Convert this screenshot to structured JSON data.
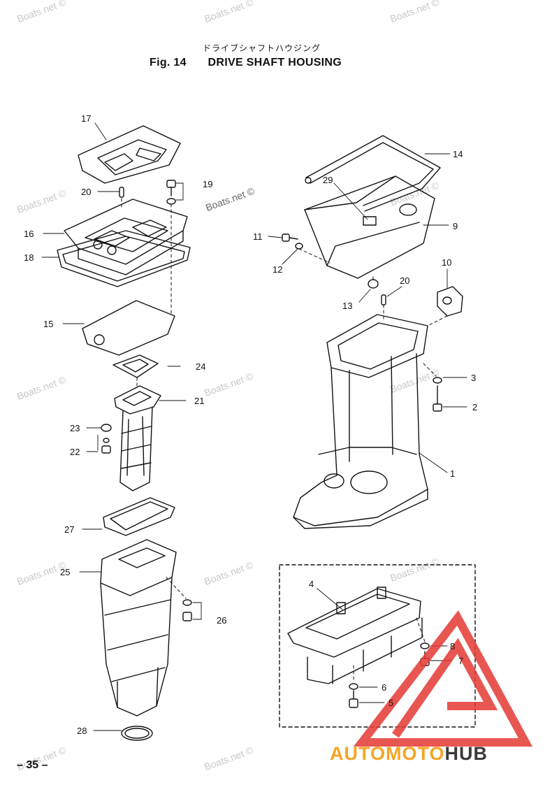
{
  "header": {
    "jp_title": "ドライブシャフトハウジング",
    "fig_number": "Fig. 14",
    "fig_title": "DRIVE SHAFT HOUSING"
  },
  "watermark": {
    "text": "Boats.net ©",
    "prominent_text": "Boats.net ©"
  },
  "callouts": {
    "c1": "1",
    "c2": "2",
    "c3": "3",
    "c4": "4",
    "c5": "5",
    "c6": "6",
    "c7": "7",
    "c8": "8",
    "c9": "9",
    "c10": "10",
    "c11": "11",
    "c12": "12",
    "c13": "13",
    "c14": "14",
    "c15": "15",
    "c16": "16",
    "c17": "17",
    "c18": "18",
    "c19": "19",
    "c20a": "20",
    "c20b": "20",
    "c21": "21",
    "c22": "22",
    "c23": "23",
    "c24": "24",
    "c25": "25",
    "c26": "26",
    "c27": "27",
    "c28": "28",
    "c29": "29"
  },
  "footer": {
    "page_number": "– 35 –",
    "brand_part1": "AUTOMOTO",
    "brand_part2": "HUB"
  },
  "colors": {
    "line": "#111111",
    "watermark": "#c7c7c7",
    "logo_red": "#e53935",
    "logo_orange": "#f5a623",
    "logo_dark": "#3a3a3a"
  }
}
